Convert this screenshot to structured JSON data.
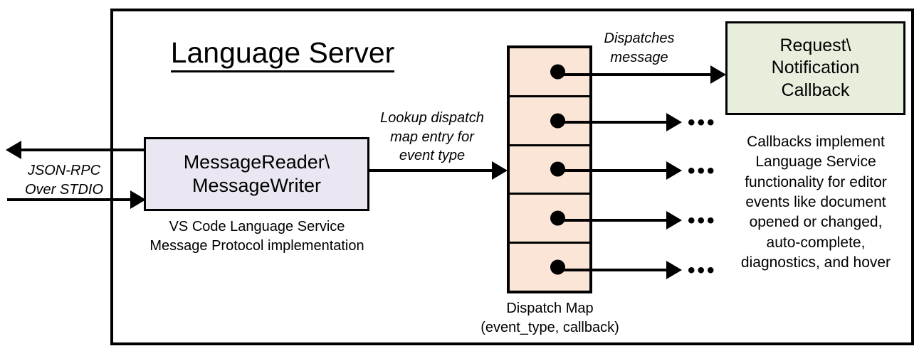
{
  "diagram": {
    "title": "Language Server",
    "frame_border_color": "#000000"
  },
  "nodes": {
    "message_reader": {
      "label_line1": "MessageReader\\",
      "label_line2": "MessageWriter",
      "fill": "#EAE7F2",
      "caption_line1": "VS Code Language Service",
      "caption_line2": "Message Protocol implementation"
    },
    "dispatch_map": {
      "fill": "#FAE5D6",
      "row_count": 5,
      "caption_line1": "Dispatch Map",
      "caption_line2": "(event_type, callback)"
    },
    "callback": {
      "label_line1": "Request\\",
      "label_line2": "Notification",
      "label_line3": "Callback",
      "fill": "#E8EEDC",
      "description_lines": [
        "Callbacks implement",
        "Language Service",
        "functionality for editor",
        "events like document",
        "opened or changed,",
        "auto-complete,",
        "diagnostics, and hover"
      ]
    }
  },
  "edges": {
    "jsonrpc": {
      "line1": "JSON-RPC",
      "line2": "Over STDIO"
    },
    "lookup": {
      "line1": "Lookup dispatch",
      "line2": "map entry for",
      "line3": "event type"
    },
    "dispatches": {
      "line1": "Dispatches",
      "line2": "message"
    },
    "continuation_marker": "•••"
  }
}
